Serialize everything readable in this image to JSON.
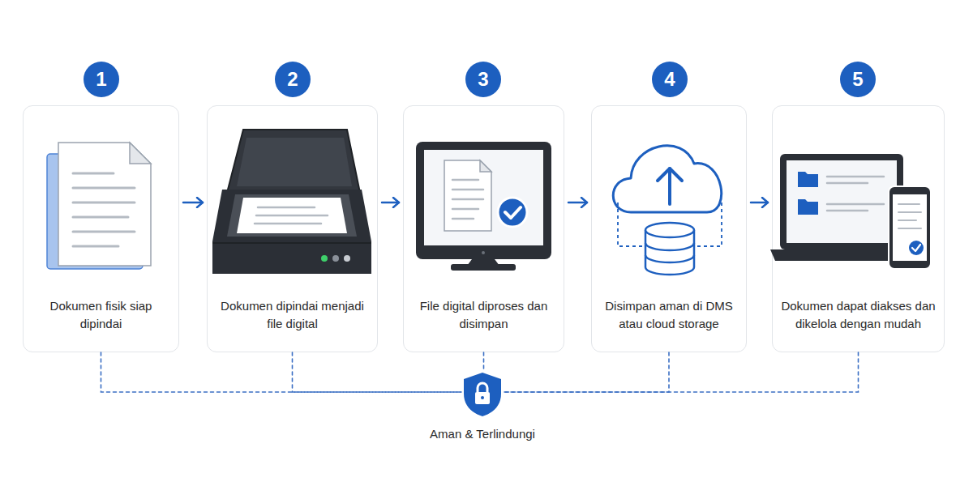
{
  "diagram": {
    "nodes": [
      {
        "text": [
          "1"
        ]
      },
      {
        "text": [
          "2"
        ]
      },
      {
        "text": [
          "3"
        ]
      },
      {
        "text": [
          "4"
        ]
      },
      {
        "text": [
          "5"
        ]
      },
      {
        "text": [
          "Dokumen fisik siap dipindai"
        ]
      },
      {
        "text": [
          "Dokumen dipindai menjadi file digital"
        ]
      },
      {
        "text": [
          "File digital diproses dan disimpan"
        ]
      },
      {
        "text": [
          "Disimpan aman di DMS atau cloud storage"
        ]
      },
      {
        "text": [
          "Dokumen dapat diakses dan dikelola dengan mudah"
        ]
      },
      {
        "text": [
          "Aman & Terlindungi"
        ]
      }
    ],
    "edges": [
      {
        "from": 5,
        "to": 6,
        "arrow": "to"
      },
      {
        "from": 6,
        "to": 7,
        "arrow": "to"
      },
      {
        "from": 7,
        "to": 8,
        "arrow": "to"
      },
      {
        "from": 8,
        "to": 9,
        "arrow": "to"
      },
      {
        "from": 5,
        "to": 10,
        "arrow": "none"
      },
      {
        "from": 6,
        "to": 10,
        "arrow": "none"
      },
      {
        "from": 7,
        "to": 10,
        "arrow": "none"
      },
      {
        "from": 8,
        "to": 10,
        "arrow": "none"
      },
      {
        "from": 9,
        "to": 10,
        "arrow": "none"
      }
    ]
  }
}
